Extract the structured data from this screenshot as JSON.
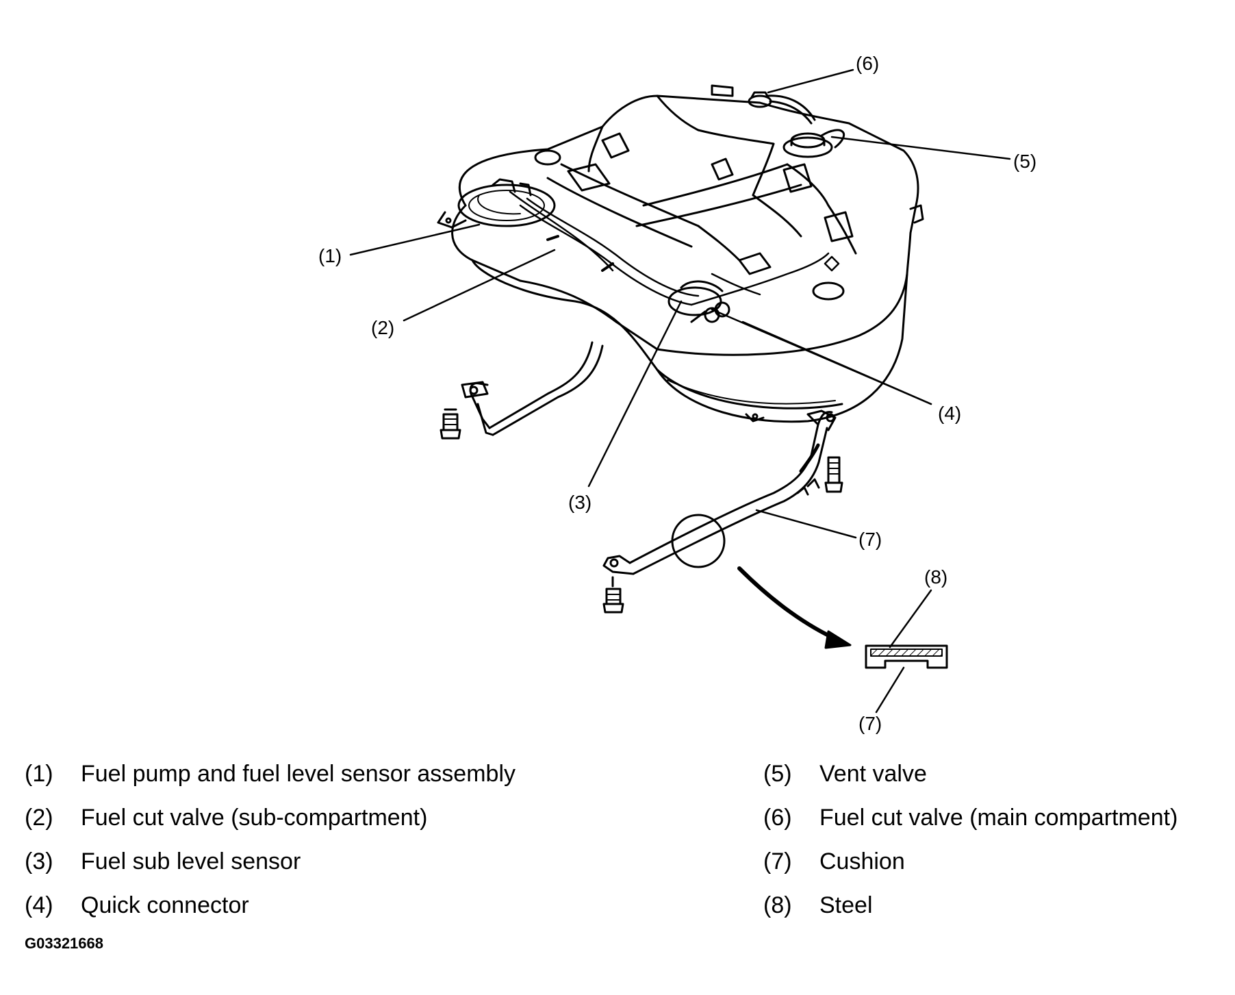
{
  "callouts": {
    "c1": "(1)",
    "c2": "(2)",
    "c3": "(3)",
    "c4": "(4)",
    "c5": "(5)",
    "c6": "(6)",
    "c7a": "(7)",
    "c7b": "(7)",
    "c8": "(8)"
  },
  "legend": {
    "left": [
      {
        "num": "(1)",
        "text": "Fuel pump and fuel level sensor assembly"
      },
      {
        "num": "(2)",
        "text": "Fuel cut valve (sub-compartment)"
      },
      {
        "num": "(3)",
        "text": "Fuel sub level sensor"
      },
      {
        "num": "(4)",
        "text": "Quick connector"
      }
    ],
    "right": [
      {
        "num": "(5)",
        "text": "Vent valve"
      },
      {
        "num": "(6)",
        "text": "Fuel cut valve (main compartment)"
      },
      {
        "num": "(7)",
        "text": "Cushion"
      },
      {
        "num": "(8)",
        "text": "Steel"
      }
    ]
  },
  "figure_code": "G03321668"
}
